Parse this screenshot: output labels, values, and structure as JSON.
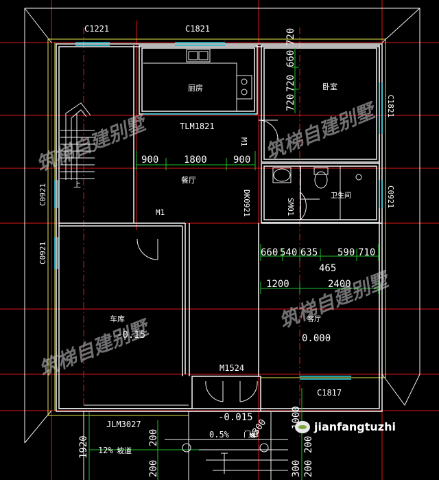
{
  "colors": {
    "background": "#000000",
    "wall": "#f5f5f5",
    "axis": "#e01818",
    "dim": "#1fbf2c",
    "window": "#34d5e8",
    "outline": "#e8e84a",
    "fixture": "#f0f0f0"
  },
  "windows": {
    "c1221": "C1221",
    "c1821_top": "C1821",
    "c1821_right": "C1821",
    "c0921_right": "C0921",
    "c0921_left_upper": "C0921",
    "c0921_left_lower": "C0921",
    "c1817": "C1817"
  },
  "doors": {
    "tlm1821": "TLM1821",
    "m1_vertical": "M1",
    "m1_dining": "M1",
    "dk0921": "DK0921",
    "sm01": "SM01",
    "m1524": "M1524",
    "jlm3027": "JLM3027"
  },
  "rooms": {
    "kitchen": "厨房",
    "bedroom": "卧室",
    "dining": "餐厅",
    "bathroom": "卫生间",
    "garage": "车库",
    "living": "客厅",
    "stairs_up": "上",
    "porch": "门廊",
    "ramp": "坡道"
  },
  "dimensions": {
    "bedroom_720a": "720",
    "bedroom_660": "660",
    "bedroom_720b": "720",
    "bedroom_720c": "720",
    "dining_900a": "900",
    "dining_1800": "1800",
    "dining_900b": "900",
    "living_660": "660",
    "living_540": "540",
    "living_635": "635",
    "living_590": "590",
    "living_710": "710",
    "living_465": "465",
    "living_1200": "1200",
    "living_2400": "2400",
    "bottom_1920": "1920",
    "bottom_200a": "200",
    "bottom_200b": "200",
    "bottom_300": "300",
    "bottom_200c": "200",
    "bottom_1000": "1000",
    "bottom_200d": "200",
    "porch_diameter": "Φ300"
  },
  "elevations": {
    "garage": "-0.15",
    "living": "0.000",
    "porch": "-0.015"
  },
  "slopes": {
    "porch": "0.5%",
    "ramp": "12%"
  },
  "watermarks": {
    "text": "筑梯自建别墅"
  },
  "badge": {
    "icon": "wechat-icon",
    "text": "jianfangtuzhi"
  }
}
